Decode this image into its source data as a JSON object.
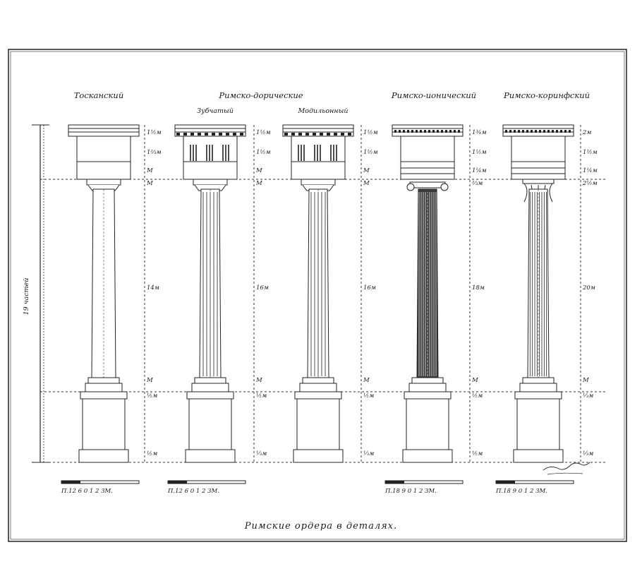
{
  "orders": [
    {
      "title": "Тосканский",
      "subtitle": "",
      "dims": {
        "a": "1½м",
        "b": "1⅔м",
        "c": "М",
        "d": "М",
        "shaft": "14м",
        "e": "М",
        "f": "½м",
        "g": "½м"
      },
      "scale": "П.12 6 0   1   2   3М."
    },
    {
      "title": "Римско-дорические",
      "subtitle": "Зубчатый",
      "dims": {
        "a": "1½м",
        "b": "1½м",
        "c": "М",
        "d": "М",
        "shaft": "16м",
        "e": "М",
        "f": "½м",
        "g": "⅓м"
      },
      "scale": "П.12 6 0   1   2   3М."
    },
    {
      "title": "",
      "subtitle": "Модильонный",
      "dims": {
        "a": "1½м",
        "b": "1½м",
        "c": "М",
        "d": "М",
        "shaft": "16м",
        "e": "М",
        "f": "½м",
        "g": "⅓м"
      },
      "scale": ""
    },
    {
      "title": "Римско-ионический",
      "subtitle": "",
      "dims": {
        "a": "1¾м",
        "b": "1½м",
        "c": "1¼м",
        "d": "⅔м",
        "shaft": "18м",
        "e": "М",
        "f": "½м",
        "g": "½м"
      },
      "scale": "П.18 9 0   1   2   3М."
    },
    {
      "title": "Римско-коринфский",
      "subtitle": "",
      "dims": {
        "a": "2м",
        "b": "1½м",
        "c": "1¼м",
        "d": "2½м",
        "shaft": "20м",
        "e": "М",
        "f": "⅓м",
        "g": "⅓м"
      },
      "scale": "П.18 9 0   1   2   3М."
    }
  ],
  "left_label": "19 частей",
  "caption": "Римские ордера в деталях."
}
